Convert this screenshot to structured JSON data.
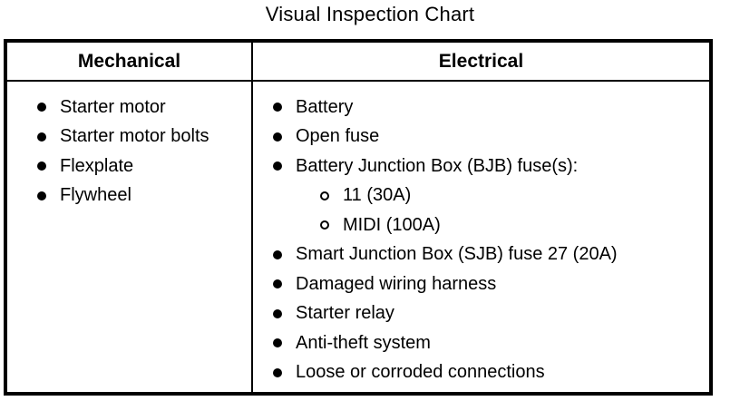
{
  "title": "Visual Inspection Chart",
  "colors": {
    "text": "#000000",
    "background": "#ffffff",
    "border": "#000000"
  },
  "table": {
    "columns": [
      {
        "header": "Mechanical",
        "items": [
          {
            "label": "Starter motor",
            "level": 1
          },
          {
            "label": "Starter motor bolts",
            "level": 1
          },
          {
            "label": "Flexplate",
            "level": 1
          },
          {
            "label": "Flywheel",
            "level": 1
          }
        ]
      },
      {
        "header": "Electrical",
        "items": [
          {
            "label": "Battery",
            "level": 1
          },
          {
            "label": "Open fuse",
            "level": 1
          },
          {
            "label": "Battery Junction Box (BJB) fuse(s):",
            "level": 1
          },
          {
            "label": "11 (30A)",
            "level": 2
          },
          {
            "label": "MIDI (100A)",
            "level": 2
          },
          {
            "label": "Smart Junction Box (SJB) fuse 27 (20A)",
            "level": 1
          },
          {
            "label": "Damaged wiring harness",
            "level": 1
          },
          {
            "label": "Starter relay",
            "level": 1
          },
          {
            "label": "Anti-theft system",
            "level": 1
          },
          {
            "label": "Loose or corroded connections",
            "level": 1
          }
        ]
      }
    ]
  }
}
